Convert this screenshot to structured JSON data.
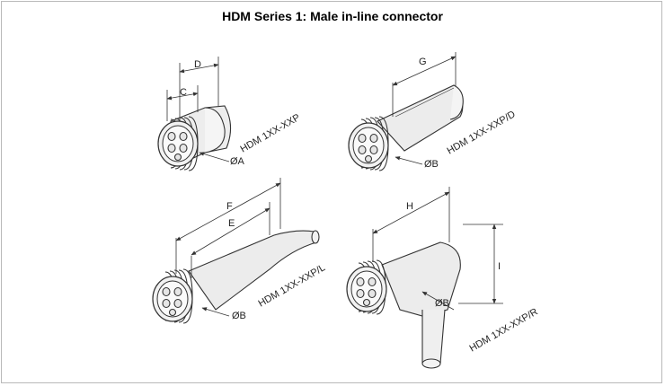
{
  "title": "HDM Series 1: Male in-line connector",
  "variants": [
    {
      "model": "HDM 1XX-XXP",
      "dims": [
        "D",
        "C",
        "ØA"
      ]
    },
    {
      "model": "HDM 1XX-XXP/D",
      "dims": [
        "G",
        "ØB"
      ]
    },
    {
      "model": "HDM 1XX-XXP/L",
      "dims": [
        "F",
        "E",
        "ØB"
      ]
    },
    {
      "model": "HDM 1XX-XXP/R",
      "dims": [
        "H",
        "I",
        "ØB"
      ]
    }
  ],
  "colors": {
    "line": "#333333",
    "body": "#f2f2f2",
    "shade": "#d7d7d7",
    "pin": "#e6e6e6"
  }
}
